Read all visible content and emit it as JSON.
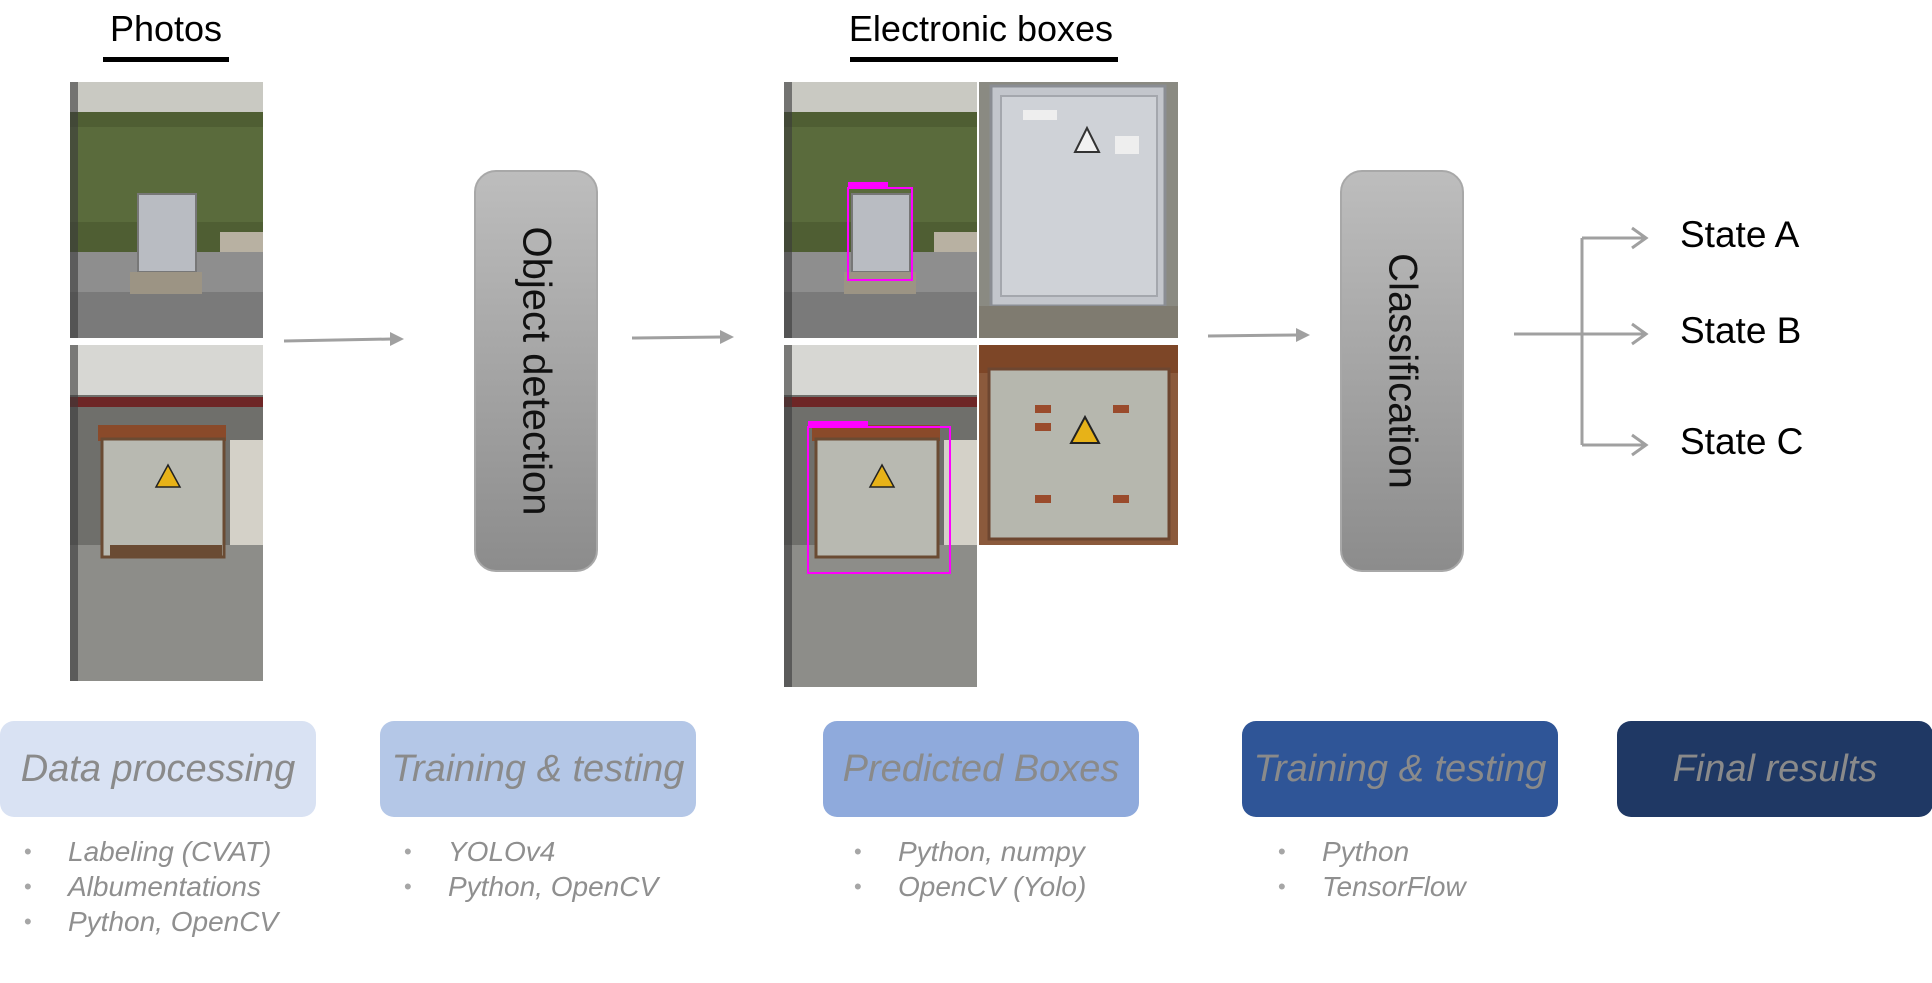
{
  "titles": {
    "photos": "Photos",
    "boxes": "Electronic boxes"
  },
  "process_blocks": {
    "detection": "Object detection",
    "classification": "Classification"
  },
  "states": [
    "State A",
    "State B",
    "State C"
  ],
  "stages": [
    {
      "label": "Data processing",
      "color": "#d9e2f3",
      "bullets": [
        "Labeling (CVAT)",
        "Albumentations",
        "Python, OpenCV"
      ]
    },
    {
      "label": "Training & testing",
      "color": "#b4c7e7",
      "bullets": [
        "YOLOv4",
        "Python, OpenCV"
      ]
    },
    {
      "label": "Predicted Boxes",
      "color": "#8faadc",
      "bullets": [
        "Python, numpy",
        "OpenCV (Yolo)"
      ]
    },
    {
      "label": "Training & testing",
      "color": "#2f5597",
      "bullets": [
        "Python",
        "TensorFlow"
      ]
    },
    {
      "label": "Final results",
      "color": "#1f3864",
      "bullets": []
    }
  ],
  "colors": {
    "arrow": "#a0a0a0",
    "detection_box": "#ff00ff"
  }
}
